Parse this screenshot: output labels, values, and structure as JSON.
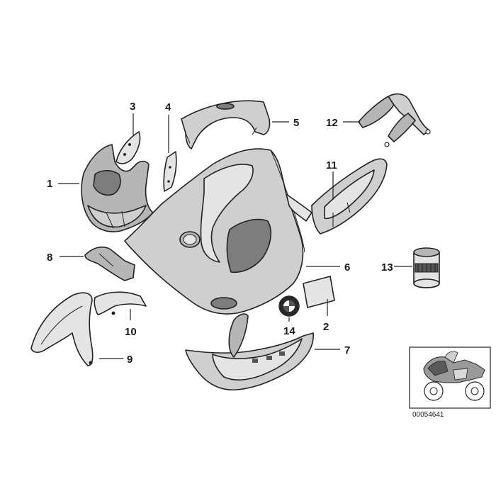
{
  "diagram": {
    "callouts": {
      "c1": "1",
      "c2": "2",
      "c3": "3",
      "c4": "4",
      "c5": "5",
      "c6": "6",
      "c7": "7",
      "c8": "8",
      "c9": "9",
      "c10": "10",
      "c11": "11",
      "c12": "12",
      "c13": "13",
      "c14": "14"
    },
    "catalog_number": "00054641"
  }
}
